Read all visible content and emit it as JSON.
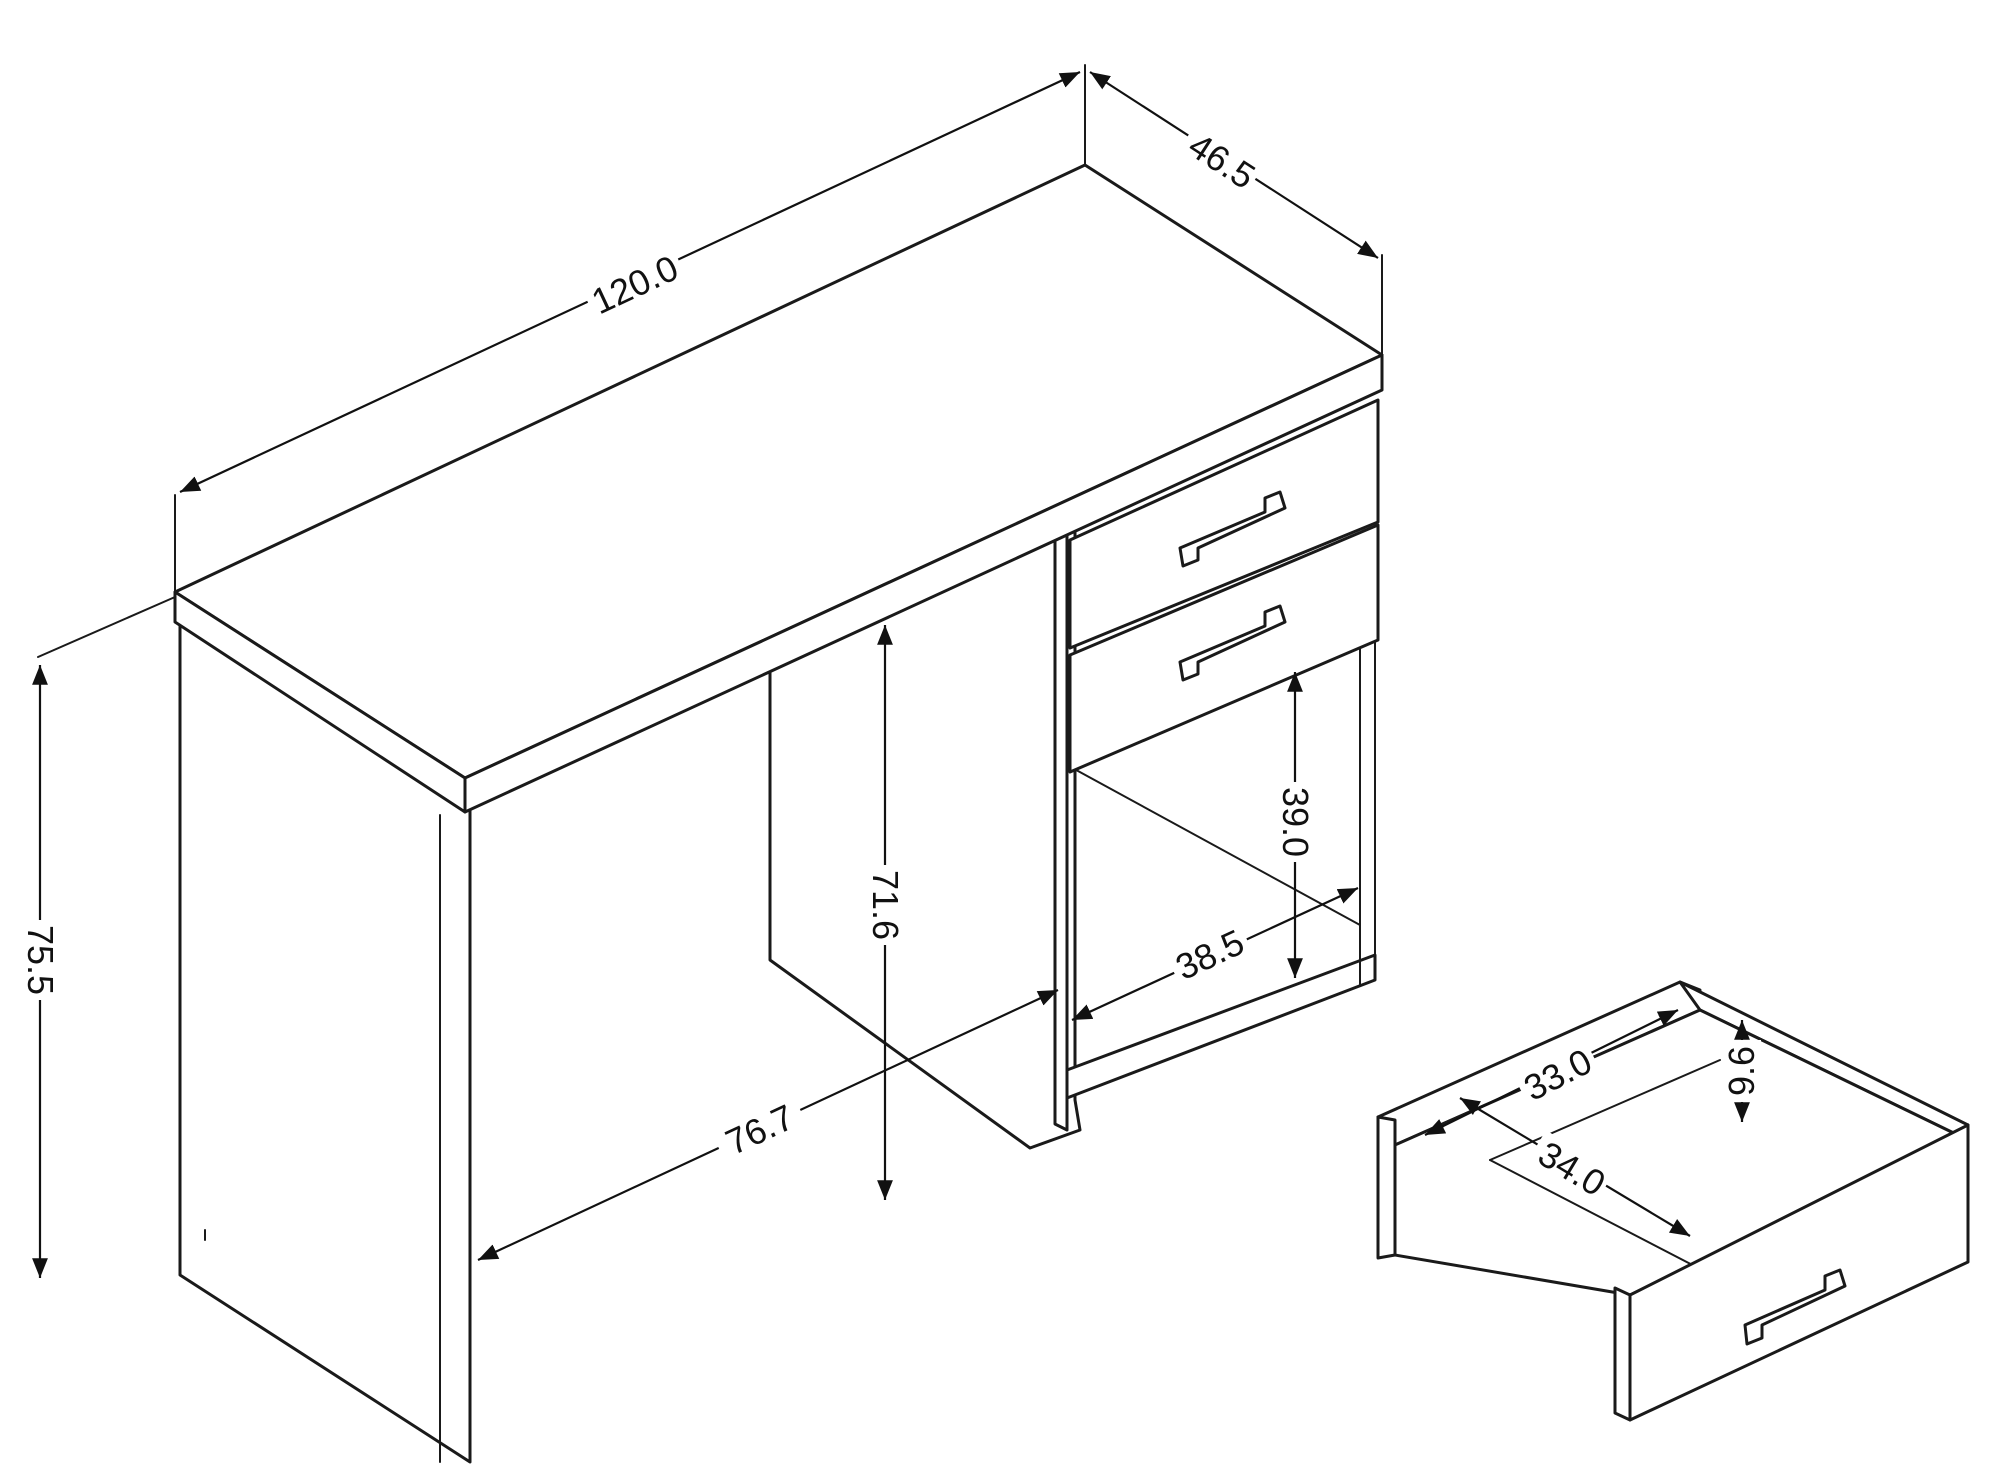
{
  "dimensions": {
    "width": "120.0",
    "depth": "46.5",
    "height": "75.5",
    "knee_height": "71.6",
    "knee_width": "76.7",
    "shelf_height": "39.0",
    "shelf_width": "38.5",
    "drawer_inner_width": "33.0",
    "drawer_inner_depth": "34.0",
    "drawer_inner_height": "9.6"
  }
}
